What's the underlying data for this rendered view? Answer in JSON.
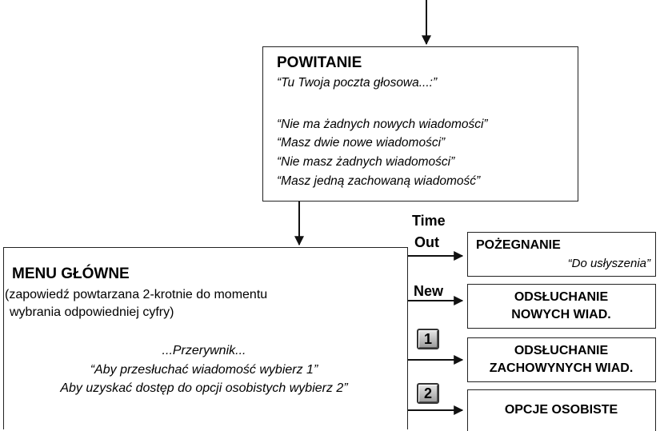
{
  "powitanie": {
    "title": "POWITANIE",
    "line1": "“Tu Twoja poczta głosowa...:”",
    "line2": "“Nie ma żadnych nowych wiadomości”",
    "line3": "“Masz dwie nowe wiadomości”",
    "line4": "“Nie masz żadnych wiadomości”",
    "line5": "“Masz jedną zachowaną wiadomość”"
  },
  "menu": {
    "title": "MENU GŁÓWNE",
    "note1": "(zapowiedź powtarzana 2-krotnie do momentu",
    "note2": "wybrania odpowiedniej cyfry)",
    "line1": "...Przerywnik...",
    "line2": "“Aby przesłuchać wiadomość wybierz 1”",
    "line3": "Aby uzyskać dostęp do opcji osobistych wybierz 2”"
  },
  "labels": {
    "time": "Time",
    "out": "Out",
    "new": "New",
    "key1": "1",
    "key2": "2"
  },
  "targets": {
    "pozegnanie_title": "POŻEGNANIE",
    "pozegnanie_sub": "“Do usłyszenia”",
    "odsl_nowych_1": "ODSŁUCHANIE",
    "odsl_nowych_2": "NOWYCH WIAD.",
    "odsl_zach_1": "ODSŁUCHANIE",
    "odsl_zach_2": "ZACHOWYNYCH WIAD.",
    "opcje": "OPCJE OSOBISTE"
  }
}
